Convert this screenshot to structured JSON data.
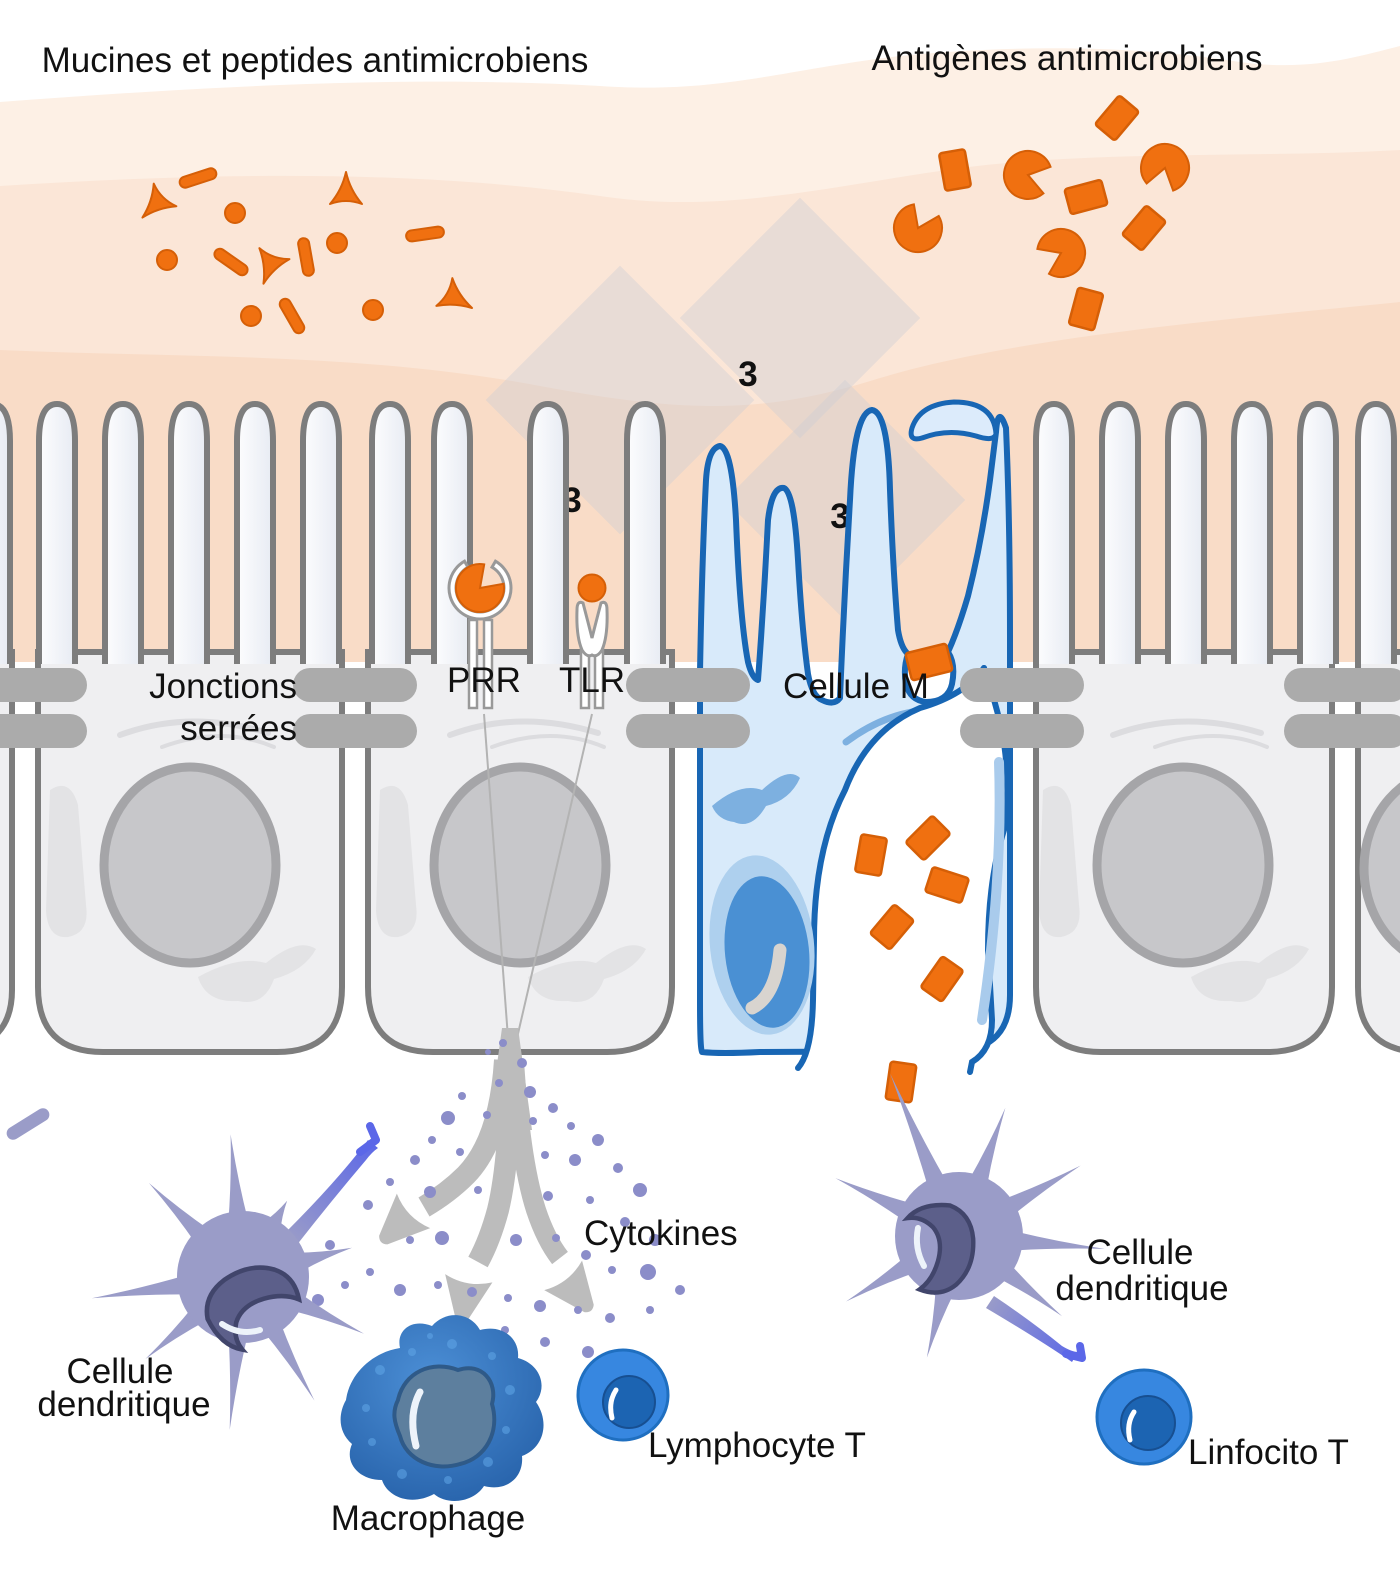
{
  "diagram": {
    "titles": {
      "mucins": "Mucines et peptides antimicrobiens",
      "antigens": "Antigènes antimicrobiens"
    },
    "epithelium": {
      "tight_junctions_line1": "Jonctions",
      "tight_junctions_line2": "serrées",
      "prr_label": "PRR",
      "tlr_label": "TLR",
      "m_cell_label": "Cellule M"
    },
    "immune_cells": {
      "cytokines_label": "Cytokines",
      "dendritic_line1": "Cellule",
      "dendritic_line2": "dendritique",
      "macrophage_label": "Macrophage",
      "lymphocyte_label": "Lymphocyte T",
      "linfocito_label": "Linfocito T"
    },
    "watermark_digit": "3"
  },
  "colors": {
    "text_color": "#111111",
    "orange": "#F07010",
    "orange_stroke": "#D55F07",
    "lumen_band1": "#FDF0E5",
    "lumen_band2": "#FBE6D7",
    "lumen_band3": "#F9DCC7",
    "cell_fill": "#EFEFF1",
    "cell_stroke": "#7D7D7D",
    "nucleus_fill": "#C7C7CA",
    "nucleus_stroke": "#A5A5A8",
    "organelle": "#E3E3E5",
    "organelle_line": "#DCDCDF",
    "junction": "#ABABAB",
    "mcell_fill": "#D8EAFA",
    "mcell_stroke": "#1866B4",
    "mcell_finger": "#DCEBFB",
    "mcell_nucleus_outer": "#AED0EE",
    "mcell_nucleus_inner": "#4A90D3",
    "mcell_organelle": "#7DB0E0",
    "mcell_tail": "#A9CBEC",
    "pocket_fill": "#FFFFFF",
    "arrow_gray": "#BCBCBC",
    "dot_purple": "#8B8DC9",
    "dendritic_body": "#9A9CC8",
    "dendritic_tip": "#5B67E8",
    "dendritic_nucleus": "#5C5F8A",
    "dendritic_nucleus_rim": "#41456B",
    "macrophage_light": "#4C8FD6",
    "macrophage_dark": "#2560A8",
    "macrophage_speckle": "#61A7E8",
    "macrophage_nucleus": "#5D7F9E",
    "macrophage_nucleus_rim": "#2F5A88",
    "lymph_outer": "#3787E0",
    "lymph_rim": "#1F6FC0",
    "lymph_inner": "#1C64B2",
    "lymph_inner_rim": "#174F91",
    "receptor_outline": "#999999",
    "pointer_line": "#B3B3B3",
    "highlight": "#EDF3FA",
    "crescent_gray": "#D8D4CF",
    "watermark_fill": "rgba(205,205,212,0.40)",
    "watermark_digit_fill": "rgba(255,255,255,0.70)"
  }
}
